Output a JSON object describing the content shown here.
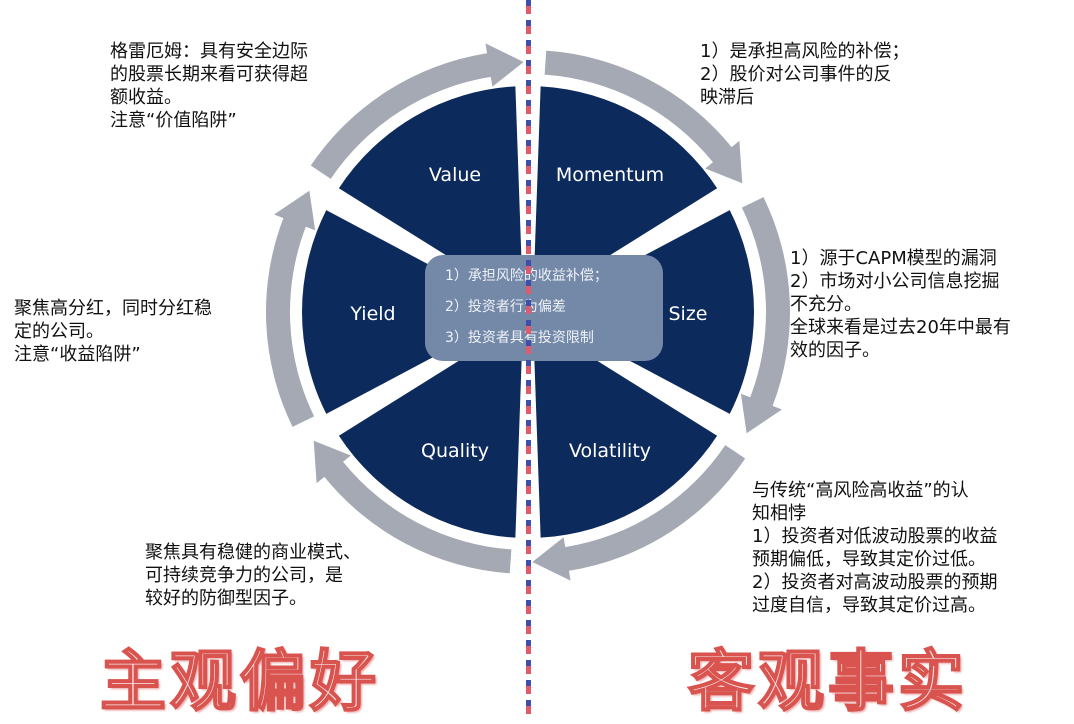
{
  "wheel": {
    "segments": [
      {
        "label": "Value"
      },
      {
        "label": "Momentum"
      },
      {
        "label": "Size"
      },
      {
        "label": "Volatility"
      },
      {
        "label": "Quality"
      },
      {
        "label": "Yield"
      }
    ],
    "center": [
      "1）承担风险的收益补偿；",
      "2）投资者行为偏差",
      "3）投资者具有投资限制"
    ],
    "colors": {
      "sector": "#0d2a5c",
      "ring": "#a4a9b4",
      "center": "#7489a8"
    }
  },
  "notes": {
    "value": "格雷厄姆：具有安全边际\n的股票长期来看可获得超\n额收益。\n注意“价值陷阱”",
    "momentum": "1）是承担高风险的补偿；\n2）股价对公司事件的反\n映滞后",
    "size": "1）源于CAPM模型的漏洞\n2）市场对小公司信息挖掘\n不充分。\n全球来看是过去20年中最有\n效的因子。",
    "volatility": "与传统“高风险高收益”的认\n知相悖\n1）投资者对低波动股票的收益\n预期偏低，导致其定价过低。\n2）投资者对高波动股票的预期\n过度自信，导致其定价过高。",
    "quality": "聚焦具有稳健的商业模式、\n可持续竞争力的公司，是\n较好的防御型因子。",
    "yield": "聚焦高分红，同时分红稳\n定的公司。\n注意“收益陷阱”"
  },
  "titles": {
    "left": "主观偏好",
    "right": "客观事实"
  }
}
